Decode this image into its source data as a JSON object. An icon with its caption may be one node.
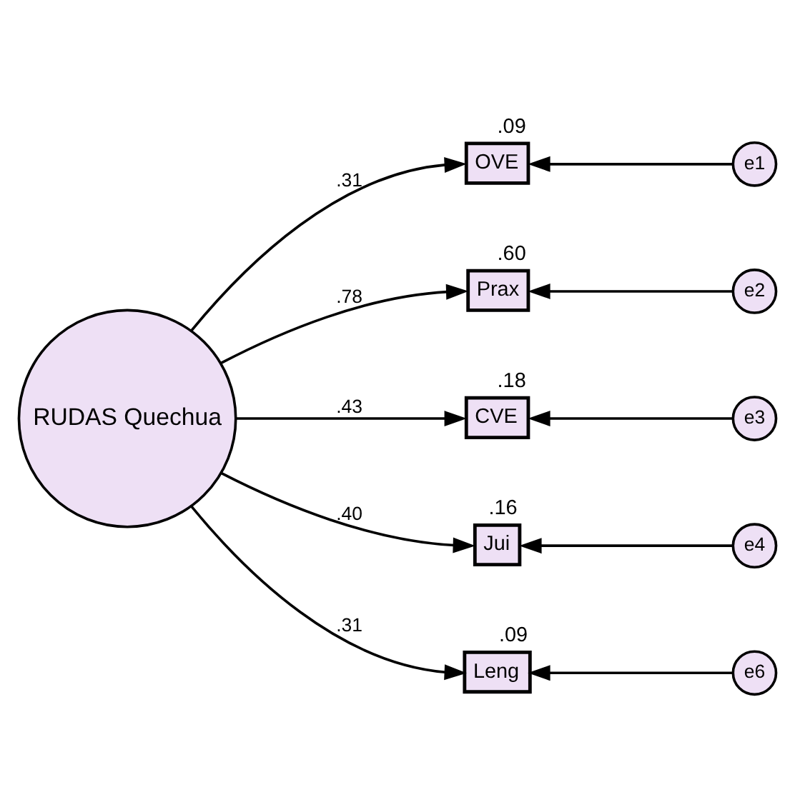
{
  "diagram": {
    "nodes": [
      {
        "text": [
          "RUDAS Quechua"
        ]
      },
      {
        "text": [
          "OVE"
        ],
        "beside": [
          ".09"
        ]
      },
      {
        "text": [
          "Prax"
        ],
        "beside": [
          ".60"
        ]
      },
      {
        "text": [
          "CVE"
        ],
        "beside": [
          ".18"
        ]
      },
      {
        "text": [
          "Jui"
        ],
        "beside": [
          ".16"
        ]
      },
      {
        "text": [
          "Leng"
        ],
        "beside": [
          ".09"
        ]
      },
      {
        "text": [
          "e1"
        ]
      },
      {
        "text": [
          "e2"
        ]
      },
      {
        "text": [
          "e3"
        ]
      },
      {
        "text": [
          "e4"
        ]
      },
      {
        "text": [
          "e6"
        ]
      }
    ],
    "edges": [
      {
        "from": 0,
        "to": 1,
        "arrow": "to",
        "label": ".31"
      },
      {
        "from": 0,
        "to": 2,
        "arrow": "to",
        "label": ".78"
      },
      {
        "from": 0,
        "to": 3,
        "arrow": "to",
        "label": ".43"
      },
      {
        "from": 0,
        "to": 4,
        "arrow": "to",
        "label": ".40"
      },
      {
        "from": 0,
        "to": 5,
        "arrow": "to",
        "label": ".31"
      },
      {
        "from": 6,
        "to": 1,
        "arrow": "to"
      },
      {
        "from": 7,
        "to": 2,
        "arrow": "to"
      },
      {
        "from": 8,
        "to": 3,
        "arrow": "to"
      },
      {
        "from": 9,
        "to": 4,
        "arrow": "to"
      },
      {
        "from": 10,
        "to": 5,
        "arrow": "to"
      }
    ]
  }
}
